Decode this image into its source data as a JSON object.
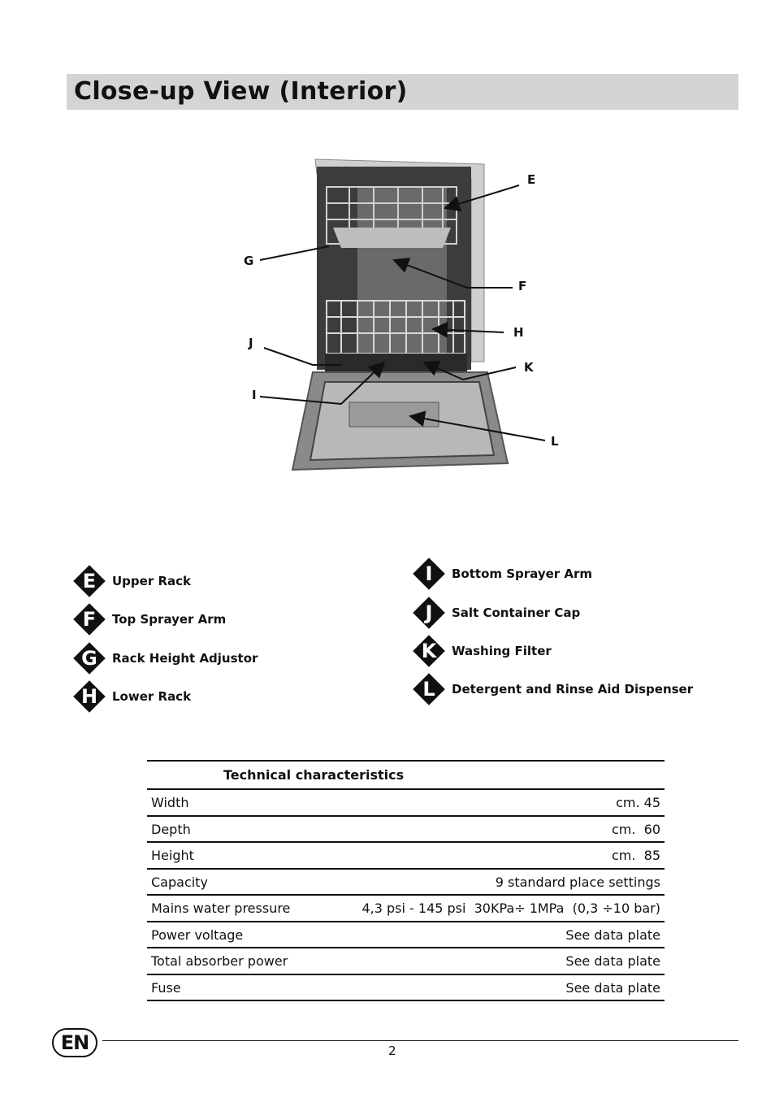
{
  "title": "Close-up View (Interior)",
  "callouts": {
    "E": "E",
    "F": "F",
    "G": "G",
    "H": "H",
    "I": "I",
    "J": "J",
    "K": "K",
    "L": "L"
  },
  "legend": [
    {
      "letter": "E",
      "label": "Upper Rack"
    },
    {
      "letter": "F",
      "label": "Top Sprayer Arm"
    },
    {
      "letter": "G",
      "label": "Rack Height Adjustor"
    },
    {
      "letter": "H",
      "label": "Lower Rack"
    },
    {
      "letter": "I",
      "label": "Bottom Sprayer Arm"
    },
    {
      "letter": "J",
      "label": "Salt Container Cap"
    },
    {
      "letter": "K",
      "label": "Washing Filter"
    },
    {
      "letter": "L",
      "label": "Detergent and Rinse Aid Dispenser"
    }
  ],
  "tech": {
    "heading": "Technical characteristics",
    "rows": [
      {
        "label": "Width",
        "value": "cm. 45"
      },
      {
        "label": "Depth",
        "value": "cm.  60"
      },
      {
        "label": "Height",
        "value": "cm.  85"
      },
      {
        "label": "Capacity",
        "value": "9 standard place settings"
      },
      {
        "label": "Mains water pressure",
        "value": "4,3 psi - 145 psi  30KPa÷ 1MPa  (0,3 ÷10 bar)"
      },
      {
        "label": "Power voltage",
        "value": "See data plate"
      },
      {
        "label": "Total absorber power",
        "value": "See data plate"
      },
      {
        "label": "Fuse",
        "value": "See data plate"
      }
    ]
  },
  "footer": {
    "lang": "EN",
    "page": "2"
  }
}
